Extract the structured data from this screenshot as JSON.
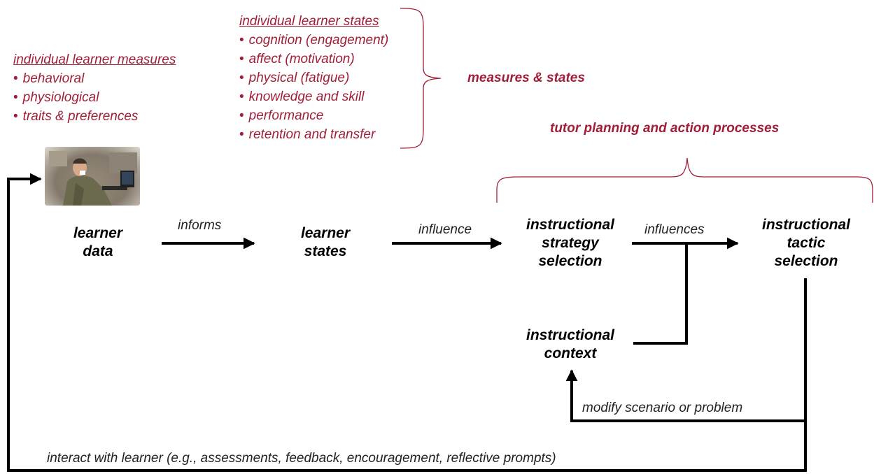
{
  "measures_list": {
    "heading": "individual learner measures",
    "items": [
      "behavioral",
      "physiological",
      "traits & preferences"
    ]
  },
  "states_list": {
    "heading": "individual learner states",
    "items": [
      "cognition (engagement)",
      "affect (motivation)",
      "physical (fatigue)",
      "knowledge and skill",
      "performance",
      "retention and transfer"
    ]
  },
  "brace_labels": {
    "measures_states": "measures & states",
    "tutor_processes": "tutor planning and action processes"
  },
  "nodes": {
    "learner_data": "learner\ndata",
    "learner_states": "learner\nstates",
    "strategy": "instructional\nstrategy\nselection",
    "tactic": "instructional\ntactic\nselection",
    "context": "instructional\ncontext"
  },
  "edges": {
    "informs": "informs",
    "influence": "influence",
    "influences": "influences",
    "modify": "modify scenario or problem",
    "interact": "interact with learner (e.g.,  assessments, feedback, encouragement, reflective prompts)"
  },
  "colors": {
    "accent": "#a01e38",
    "text": "#000000"
  },
  "icons": {
    "photo": "soldier-at-computer-photo"
  }
}
